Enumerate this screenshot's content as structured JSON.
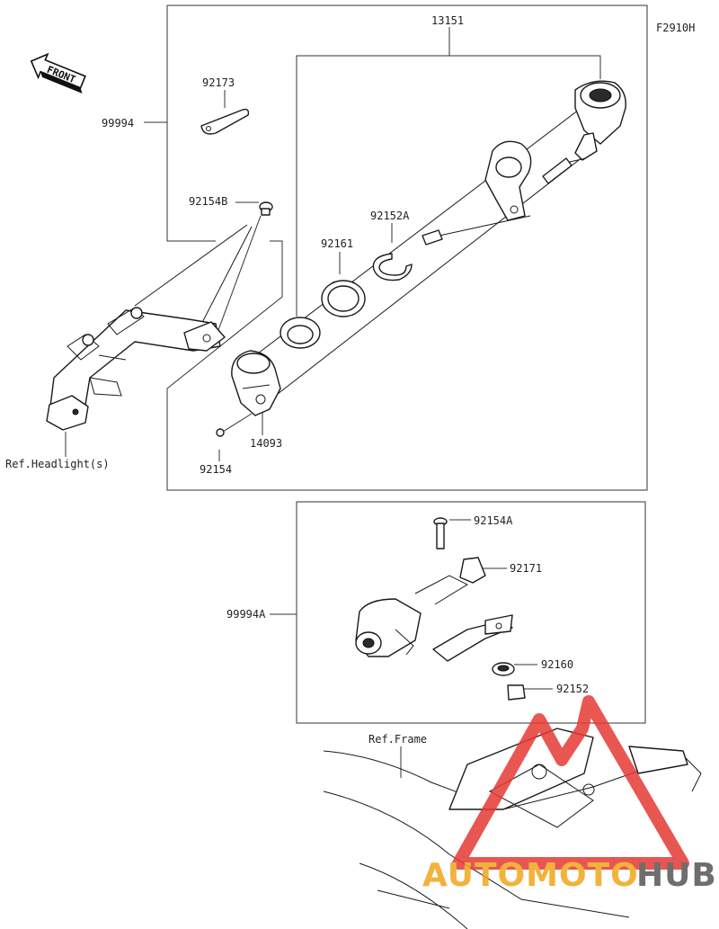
{
  "figure_code": "F2910H",
  "front_label": "FRONT",
  "callouts": {
    "p13151": "13151",
    "p92173": "92173",
    "p99994": "99994",
    "p92154B": "92154B",
    "p92152A": "92152A",
    "p92161": "92161",
    "p14093": "14093",
    "p92154": "92154",
    "p92154A": "92154A",
    "p92171": "92171",
    "p99994A": "99994A",
    "p92160": "92160",
    "p92152": "92152"
  },
  "references": {
    "headlight": "Ref.Headlight(s)",
    "frame": "Ref.Frame"
  },
  "watermark": {
    "word_a": "AUTOMOTO",
    "word_b": "HUB",
    "color_a": "#f2a51a",
    "color_b": "#555555",
    "triangle_color": "#e53935"
  }
}
